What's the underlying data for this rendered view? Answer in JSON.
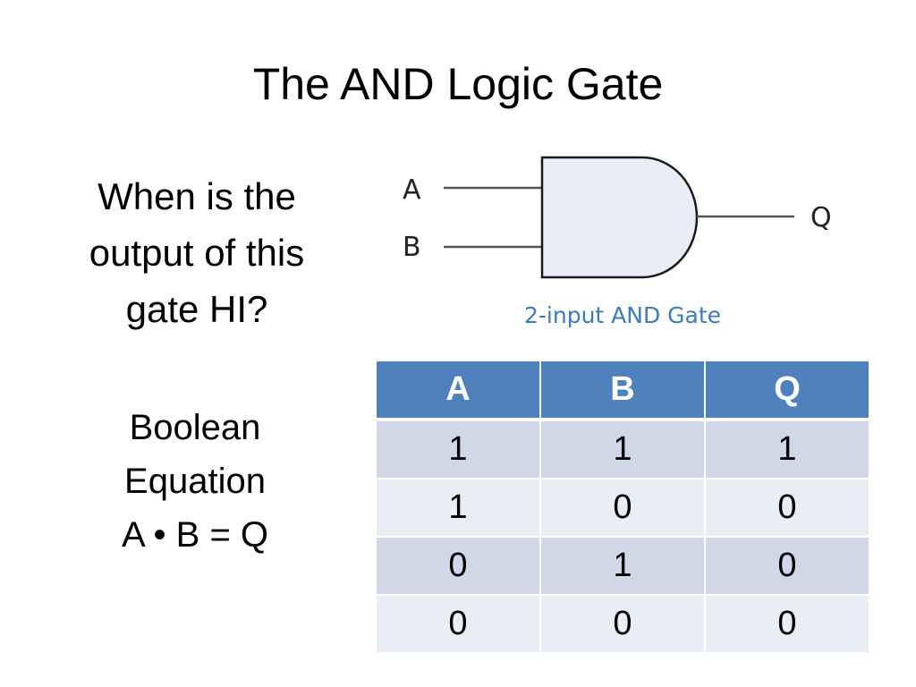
{
  "slide": {
    "title": "The AND Logic Gate",
    "question": [
      "When is the",
      "output of this",
      "gate HI?"
    ],
    "boolean": {
      "heading_line1": "Boolean",
      "heading_line2": "Equation",
      "equation": "A • B = Q"
    }
  },
  "diagram": {
    "input_a": "A",
    "input_b": "B",
    "output": "Q",
    "caption": "2-input AND Gate",
    "caption_color": "#3b7ac0",
    "gate_fill": "#e9eef6"
  },
  "truth_table": {
    "headers": [
      "A",
      "B",
      "Q"
    ],
    "rows": [
      [
        "1",
        "1",
        "1"
      ],
      [
        "1",
        "0",
        "0"
      ],
      [
        "0",
        "1",
        "0"
      ],
      [
        "0",
        "0",
        "0"
      ]
    ],
    "colors": {
      "header": "#4f81bd",
      "row_dark": "#d0d8e8",
      "row_light": "#e9edf4"
    }
  }
}
